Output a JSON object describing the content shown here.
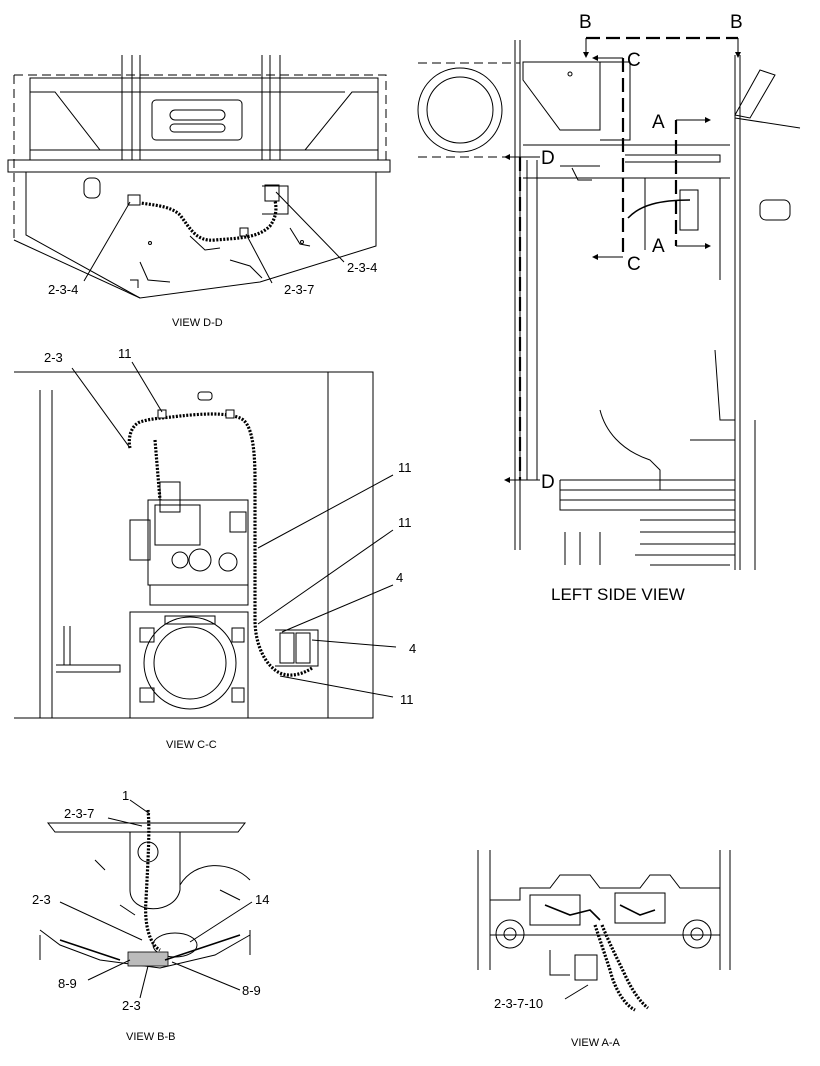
{
  "views": {
    "view_dd": {
      "caption": "VIEW D-D",
      "callouts": [
        "2-3-4",
        "2-3-7",
        "2-3-4"
      ]
    },
    "view_cc": {
      "caption": "VIEW C-C",
      "callouts": [
        "2-3",
        "11",
        "11",
        "11",
        "4",
        "4",
        "11"
      ]
    },
    "left_side": {
      "caption": "LEFT SIDE VIEW",
      "section_marks": [
        "B",
        "B",
        "C",
        "C",
        "A",
        "A",
        "D",
        "D"
      ]
    },
    "view_bb": {
      "caption": "VIEW B-B",
      "callouts": [
        "1",
        "2-3-7",
        "2-3",
        "14",
        "8-9",
        "8-9",
        "2-3"
      ]
    },
    "view_aa": {
      "caption": "VIEW A-A",
      "callouts": [
        "2-3-7-10"
      ]
    }
  }
}
